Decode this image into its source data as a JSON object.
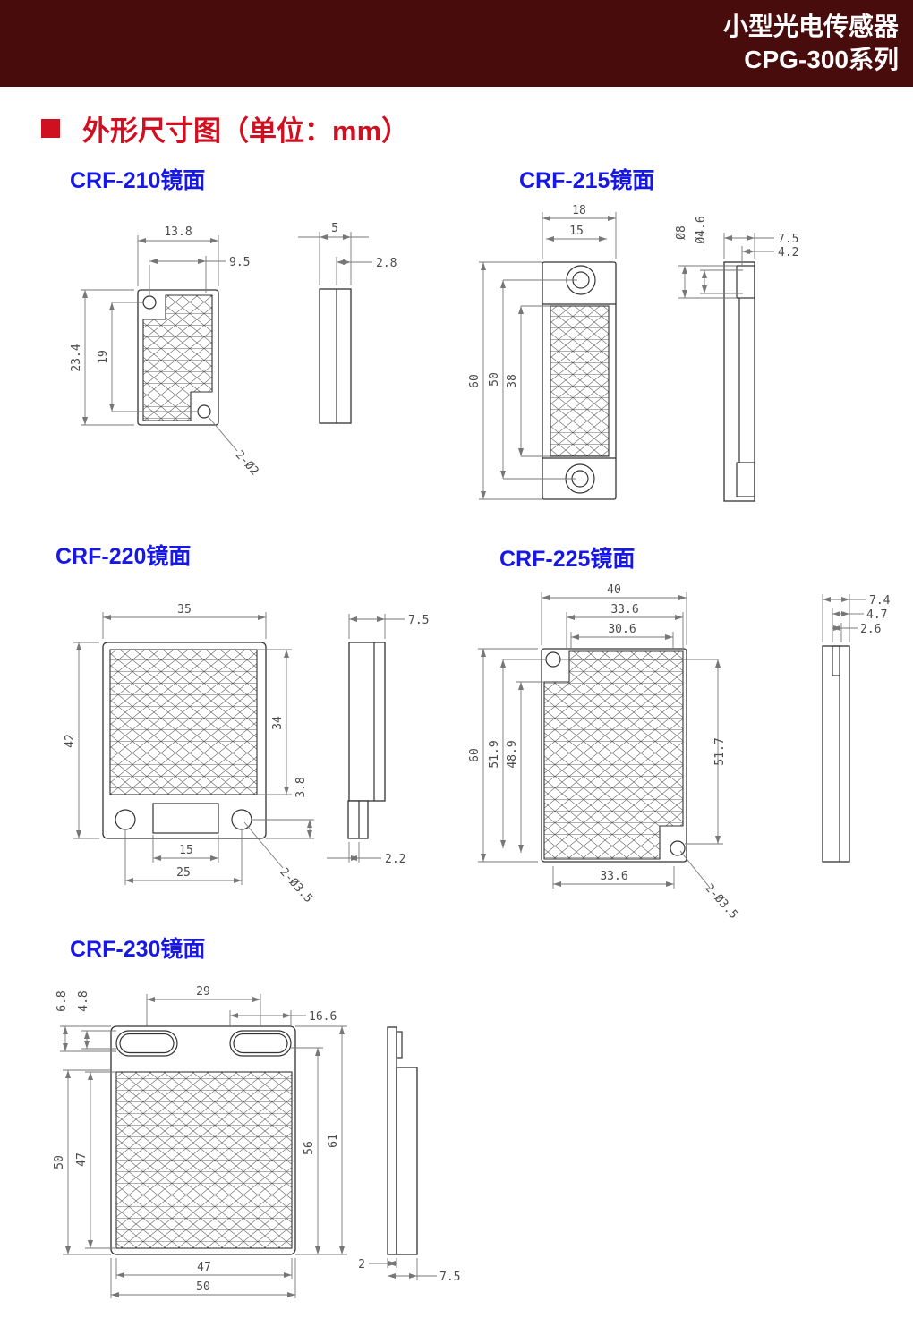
{
  "colors": {
    "header_bg": "#490c0c",
    "header_fg": "#ffffff",
    "title_red": "#cf1020",
    "model_blue": "#1717e6",
    "draw_line": "#333333",
    "dim_line": "#777777",
    "dim_text": "#4b4b4b"
  },
  "header": {
    "line1": "小型光电传感器",
    "line2": "CPG-300系列"
  },
  "page_title": {
    "text": "外形尺寸图（单位：mm）"
  },
  "sections": [
    {
      "title": "CRF-210镜面",
      "labels": {
        "w_top": "13.8",
        "w_inner": "9.5",
        "h_left": "23.4",
        "h_inner": "19",
        "holes": "2-Ø2",
        "t": "5",
        "t_inner": "2.8"
      }
    },
    {
      "title": "CRF-215镜面",
      "labels": {
        "w_top": "18",
        "w_inner": "15",
        "h1": "60",
        "h2": "50",
        "h3": "38",
        "d_outer": "Ø8",
        "d_inner": "Ø4.6",
        "t": "7.5",
        "t2": "4.2"
      }
    },
    {
      "title": "CRF-220镜面",
      "labels": {
        "w": "35",
        "h": "42",
        "h_mirror": "34",
        "hole_offset": "3.8",
        "b1": "15",
        "b2": "25",
        "holes": "2-Ø3.5",
        "t": "7.5",
        "t2": "2.2"
      }
    },
    {
      "title": "CRF-225镜面",
      "labels": {
        "w1": "40",
        "w2": "33.6",
        "w3": "30.6",
        "h1": "60",
        "h2": "51.9",
        "h3": "48.9",
        "h_right": "51.7",
        "b": "33.6",
        "holes": "2-Ø3.5",
        "t1": "7.4",
        "t2": "4.7",
        "t3": "2.6"
      }
    },
    {
      "title": "CRF-230镜面",
      "labels": {
        "w1": "29",
        "w2": "16.6",
        "v1": "6.8",
        "v2": "4.8",
        "h1": "50",
        "h2": "47",
        "h3": "56",
        "h4": "61",
        "b1": "47",
        "b2": "50",
        "t1": "2",
        "t2": "7.5"
      }
    }
  ]
}
